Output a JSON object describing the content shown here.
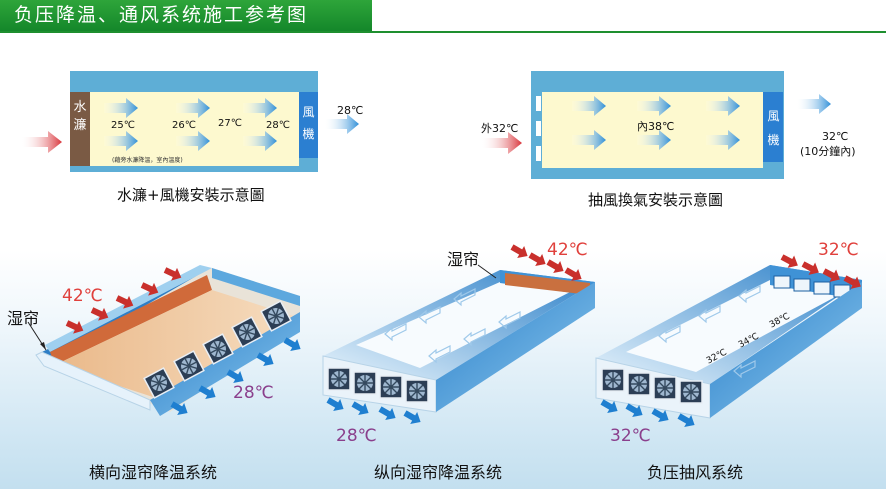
{
  "header": {
    "title": "负压降温、通风系统施工参考图"
  },
  "top_left": {
    "curtain_label": "水\n濂",
    "temps": [
      "25℃",
      "26℃",
      "27℃",
      "28℃"
    ],
    "note": "(藉旁水濂降溫，室內溫度)",
    "fan_label": "風\n機",
    "outlet_temp": "28℃",
    "caption": "水濂+風機安裝示意圖"
  },
  "top_right": {
    "outside_temp": "外32℃",
    "inside_temp": "內38℃",
    "fan_label": "風\n機",
    "outlet_temp": "32℃",
    "outlet_note": "(10分鐘內)",
    "caption": "抽風換氣安裝示意圖"
  },
  "bottom": [
    {
      "curtain": "湿帘",
      "hot_temp": "42℃",
      "cool_temp": "28℃",
      "caption": "横向湿帘降温系统"
    },
    {
      "curtain": "湿帘",
      "hot_temp": "42℃",
      "cool_temp": "28℃",
      "caption": "纵向湿帘降温系统"
    },
    {
      "hot_temp": "32℃",
      "gradient_temps": [
        "32℃",
        "34℃",
        "38℃"
      ],
      "cool_temp": "32℃",
      "caption": "负压抽风系统"
    }
  ],
  "colors": {
    "title_green": "#1e8f2f",
    "frame_blue": "#5eaed6",
    "room_yellow": "#fdf9cf",
    "arrow_blue": "#2f8fd8",
    "arrow_red": "#d9353b",
    "curtain_brown": "#c96f3f",
    "temp_red": "#e0403c",
    "temp_purple": "#8a3f8c"
  }
}
